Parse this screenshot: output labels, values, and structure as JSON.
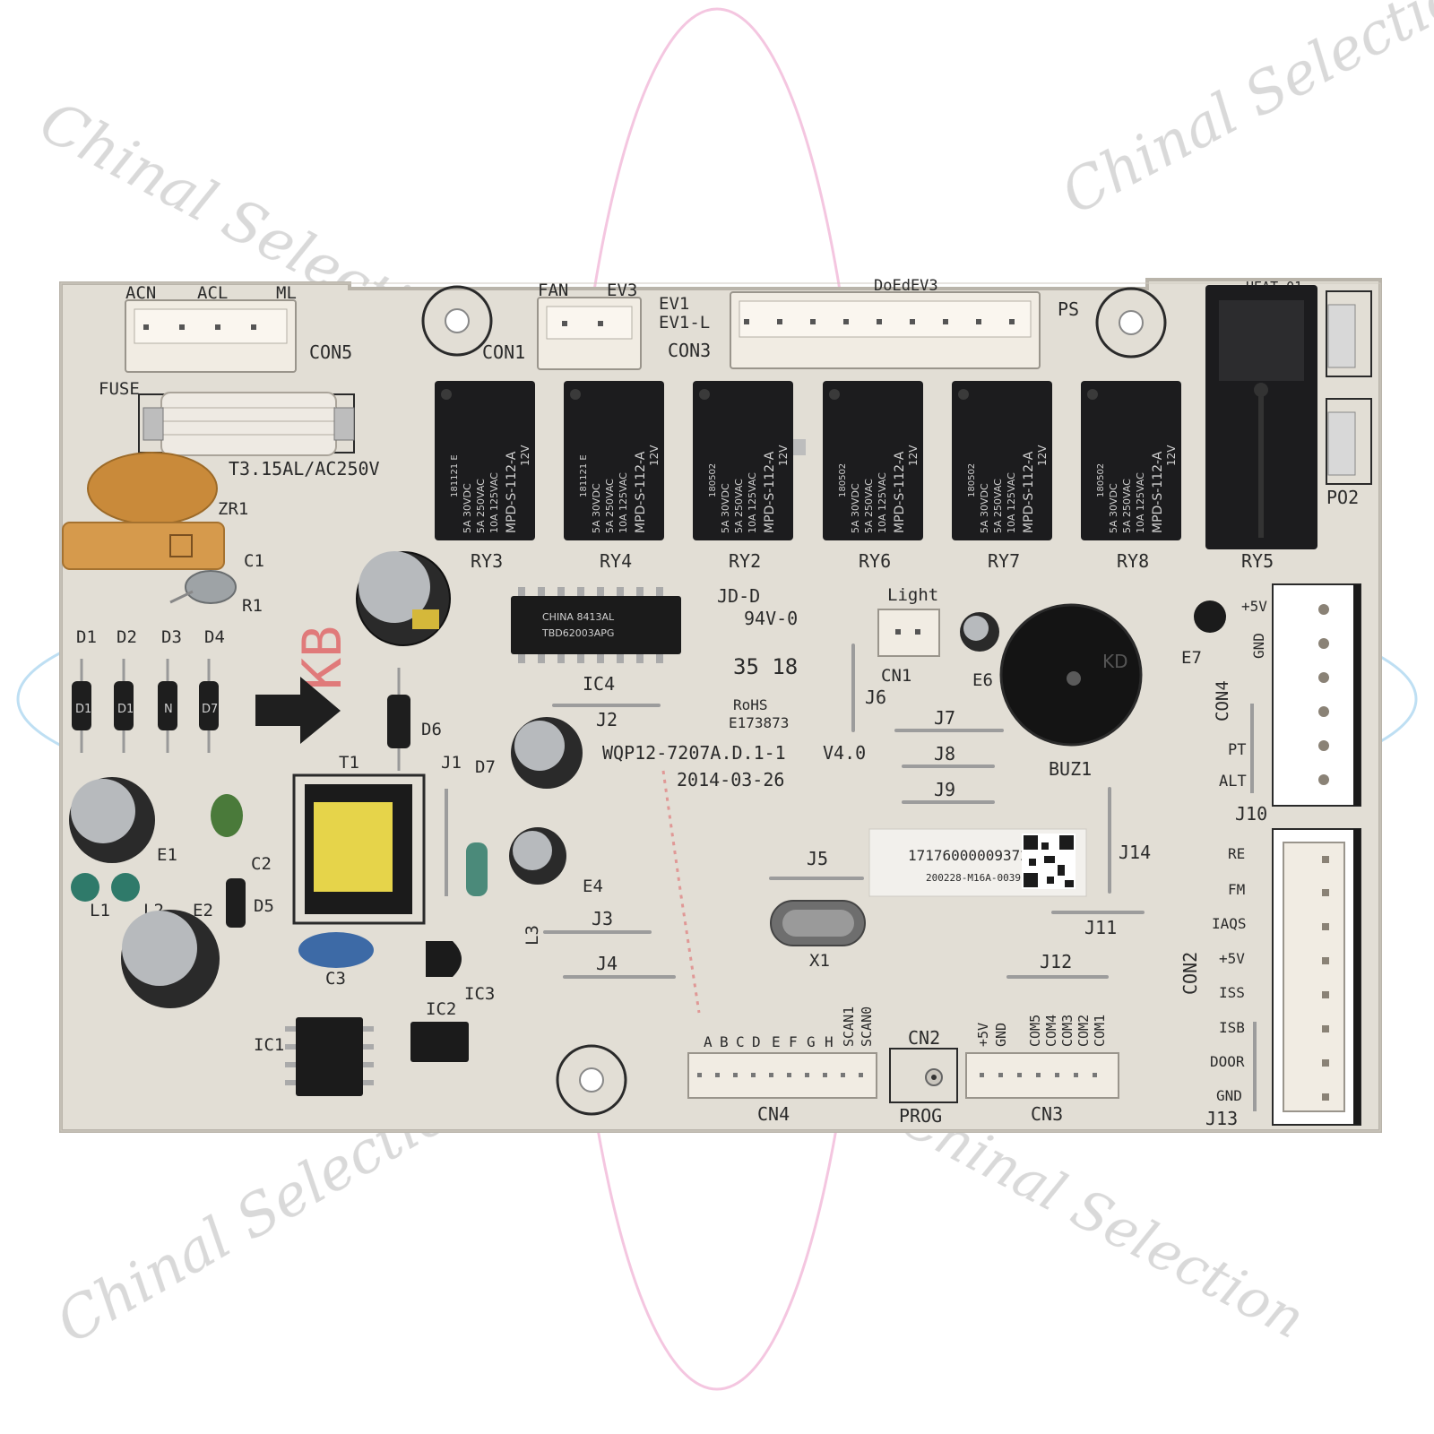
{
  "colors": {
    "background": "#ffffff",
    "board": "#e2ded5",
    "board_edge": "#b9b4aa",
    "silkscreen": "#2a2a2a",
    "relay_body": "#1c1c1e",
    "connector": "#f1ece3",
    "fuse_holder": "#eeeae3",
    "varistor": "#c98a3a",
    "capacitor_x": "#d69a4c",
    "red_mark": "#e07a7a",
    "watermark_pink": "#f1b3d6",
    "watermark_blue": "#a9d4ef"
  },
  "watermark": {
    "text": "Chinal Selection",
    "icon": "atom-logo-watermark"
  },
  "top_connectors": {
    "con5": {
      "label": "CON5",
      "pins": [
        "ACN",
        "ACL",
        "ML"
      ]
    },
    "con1": {
      "label": "CON1",
      "pins": [
        "FAN",
        "EV3"
      ]
    },
    "con3_top": {
      "label": "CON3",
      "pins": [
        "EV1",
        "EV1-L"
      ],
      "header": "DoEdEV3"
    },
    "ps": "PS"
  },
  "fuse": {
    "label": "FUSE",
    "rating": "T3.15AL/AC250V"
  },
  "power_parts": [
    "ZR1",
    "C1",
    "R1",
    "D1",
    "D2",
    "D3",
    "D4",
    "T1",
    "J1",
    "D6",
    "D7",
    "E1",
    "C2",
    "D5",
    "L1",
    "L2",
    "E2",
    "L3",
    "E4",
    "C3",
    "IC1",
    "IC2",
    "IC3"
  ],
  "diode_marks": [
    "D1",
    "D1",
    "N",
    "D7"
  ],
  "relays": [
    {
      "label": "RY3",
      "model": "MPD-S-112-A",
      "coil": "12V",
      "code": "181121 E",
      "rating1": "10A 125VAC",
      "rating2": "5A 250VAC",
      "rating3": "5A 30VDC"
    },
    {
      "label": "RY4",
      "model": "MPD-S-112-A",
      "coil": "12V",
      "code": "181121 E",
      "rating1": "10A 125VAC",
      "rating2": "5A 250VAC",
      "rating3": "5A 30VDC"
    },
    {
      "label": "RY2",
      "model": "MPD-S-112-A",
      "coil": "12V",
      "code": "180502",
      "rating1": "10A 125VAC",
      "rating2": "5A 250VAC",
      "rating3": "5A 30VDC"
    },
    {
      "label": "RY6",
      "model": "MPD-S-112-A",
      "coil": "12V",
      "code": "180502",
      "rating1": "10A 125VAC",
      "rating2": "5A 250VAC",
      "rating3": "5A 30VDC"
    },
    {
      "label": "RY7",
      "model": "MPD-S-112-A",
      "coil": "12V",
      "code": "180502",
      "rating1": "10A 125VAC",
      "rating2": "5A 250VAC",
      "rating3": "5A 30VDC"
    },
    {
      "label": "RY8",
      "model": "MPD-S-112-A",
      "coil": "12V",
      "code": "180502",
      "rating1": "10A 125VAC",
      "rating2": "5A 250VAC",
      "rating3": "5A 30VDC"
    }
  ],
  "big_relay": {
    "label": "RY5",
    "connector": "PO2",
    "header": "HEAT 01"
  },
  "ic4": {
    "label": "IC4",
    "chip_line1": "CHINA 8413AL",
    "chip_line2": "TBD62003APG"
  },
  "certs": {
    "ul": "JD-D",
    "flame": "94V-0",
    "date_code": "35 18",
    "rohs": "RoHS",
    "file": "E173873"
  },
  "board_id": {
    "model": "WQP12-7207A.D.1-1",
    "version": "V4.0",
    "date": "2014-03-26"
  },
  "side_marks": {
    "kb": "KB",
    "buzzer_mark": "KD"
  },
  "middle": {
    "light": "Light",
    "cn1": "CN1",
    "e6": "E6",
    "buz1": "BUZ1",
    "e7": "E7",
    "j2": "J2",
    "j3": "J3",
    "j4": "J4",
    "j5": "J5",
    "j6": "J6",
    "j7": "J7",
    "j8": "J8",
    "j9": "J9",
    "j11": "J11",
    "j12": "J12",
    "j14": "J14",
    "x1": "X1"
  },
  "sticker": {
    "serial": "17176000009372",
    "part": "200228-M16A-0039"
  },
  "con4": {
    "label": "CON4",
    "pins": [
      "+5V",
      "GND",
      "PT",
      "ALT"
    ],
    "jumper": "J10"
  },
  "con2": {
    "label": "CON2",
    "pins": [
      "RE",
      "FM",
      "IAQS",
      "+5V",
      "ISS",
      "ISB",
      "DOOR",
      "GND"
    ],
    "jumper": "J13"
  },
  "bottom": {
    "cn4": {
      "label": "CN4",
      "pins": [
        "A",
        "B",
        "C",
        "D",
        "E",
        "F",
        "G",
        "H",
        "SCAN1",
        "SCAN0"
      ]
    },
    "cn2": {
      "label": "CN2",
      "sub": "PROG"
    },
    "cn3": {
      "label": "CN3",
      "pins": [
        "+5V",
        "GND",
        "COM5",
        "COM4",
        "COM3",
        "COM2",
        "COM1"
      ]
    }
  }
}
